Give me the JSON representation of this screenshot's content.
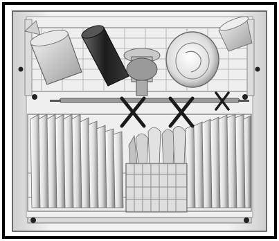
{
  "image": {
    "subject": "dishwasher-interior",
    "text": "",
    "marks": [
      {
        "symbol": "X",
        "meaning": "not-allowed"
      },
      {
        "symbol": "X",
        "meaning": "not-allowed"
      },
      {
        "symbol": "X",
        "meaning": "not-allowed"
      }
    ]
  },
  "colors": {
    "frame": "#000000",
    "tub": "#e9e9e9",
    "rack": "#9a9a9a",
    "plate": "#d6d6d6",
    "plate_shadow": "#8a8a8a",
    "cross": "#1a1a1a"
  }
}
